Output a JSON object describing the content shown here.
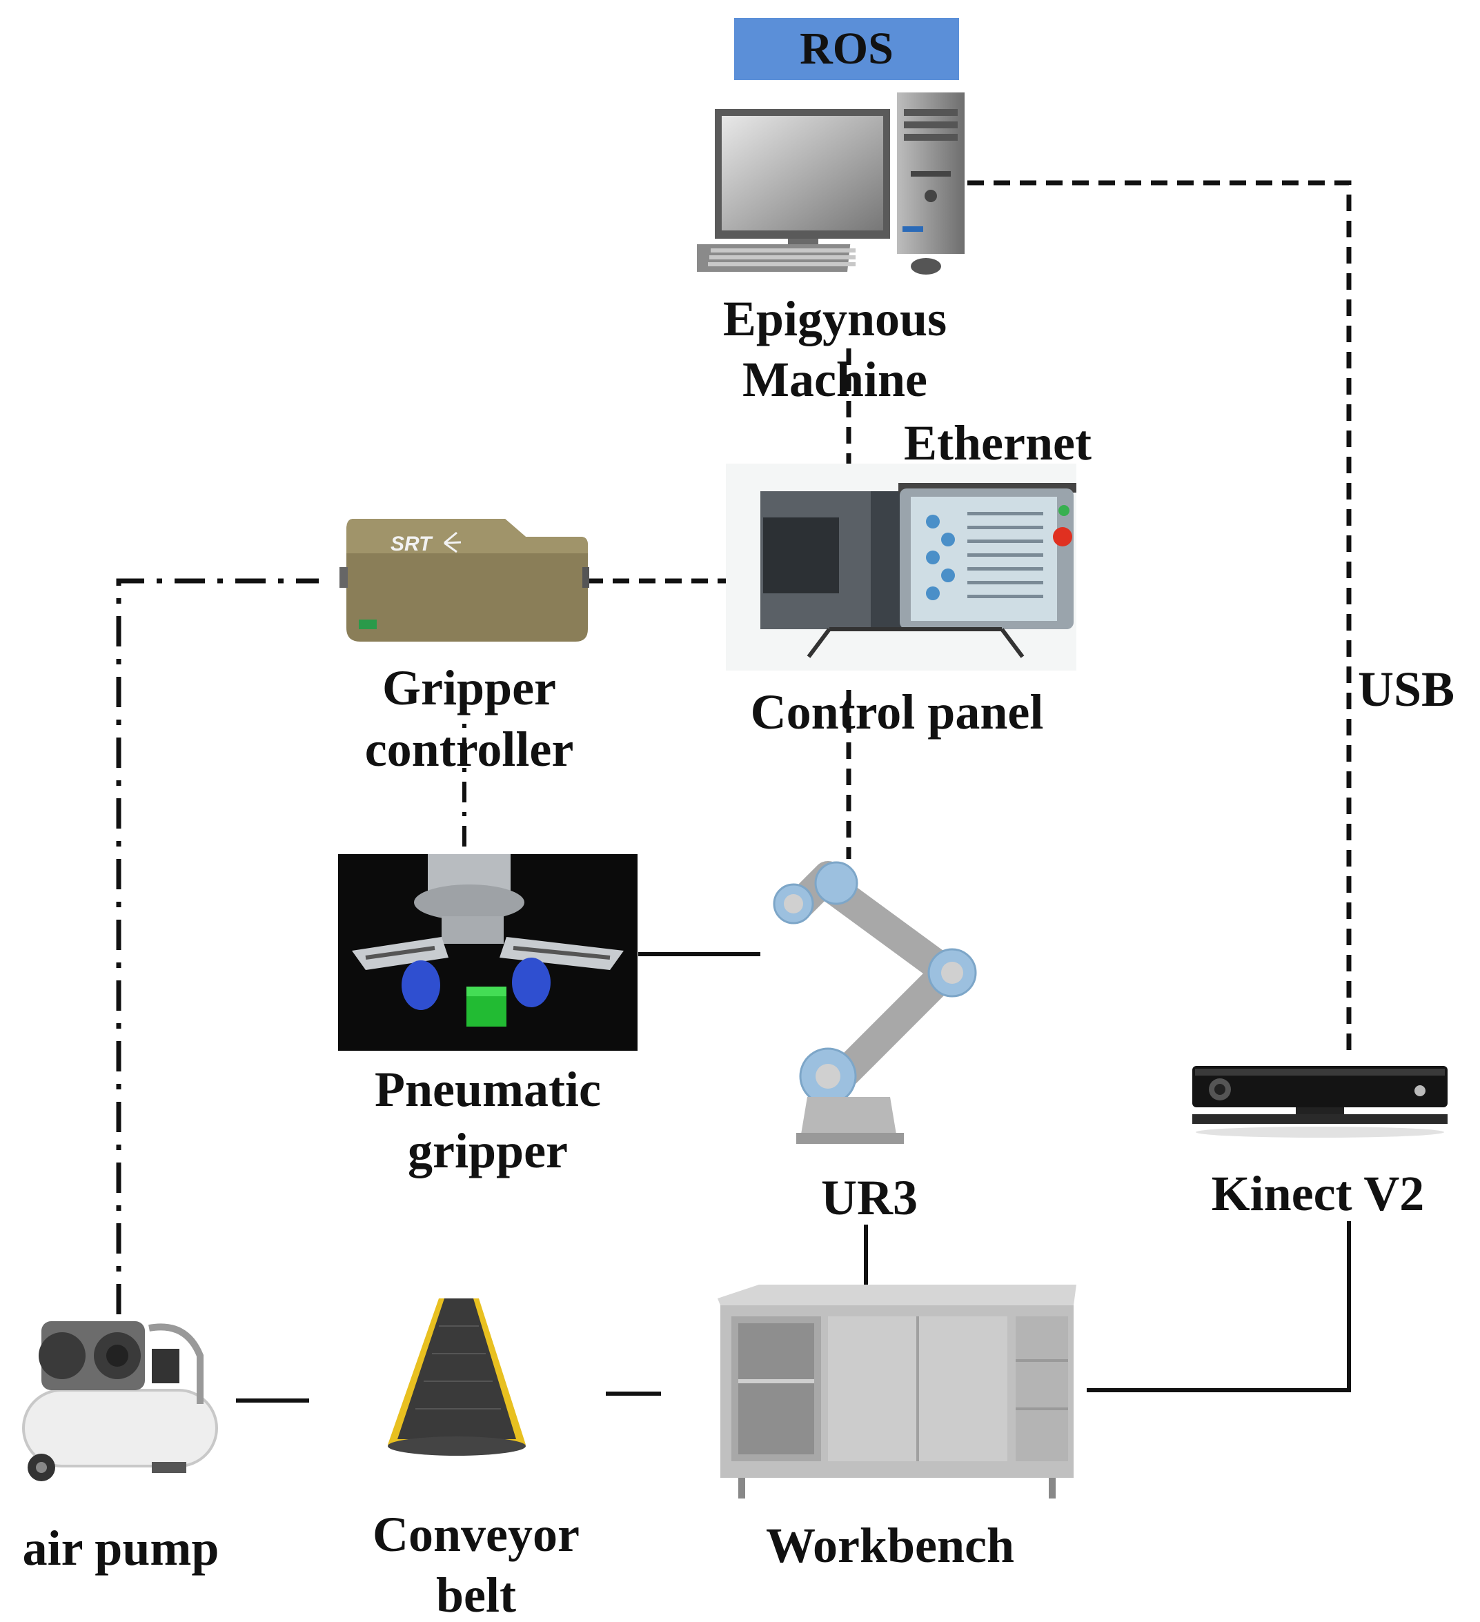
{
  "header": {
    "ros_label": "ROS"
  },
  "nodes": {
    "epigynous_machine": {
      "line1": "Epigynous",
      "line2": "Machine"
    },
    "control_panel": {
      "label": "Control panel"
    },
    "gripper_controller": {
      "line1": "Gripper",
      "line2": "controller",
      "logo_text": "SRT"
    },
    "pneumatic_gripper": {
      "line1": "Pneumatic",
      "line2": "gripper"
    },
    "ur3": {
      "label": "UR3"
    },
    "kinect": {
      "label": "Kinect V2"
    },
    "air_pump": {
      "label": "air pump"
    },
    "conveyor_belt": {
      "line1": "Conveyor",
      "line2": "belt"
    },
    "workbench": {
      "label": "Workbench"
    }
  },
  "connections": {
    "ethernet_label": "Ethernet",
    "usb_label": "USB"
  },
  "colors": {
    "ros_box": "#5b8fd8",
    "line": "#111111",
    "gripper_controller_body": "#8a7e58",
    "robot_joint": "#9cc0df",
    "gripper_background": "#0b0b0b",
    "cube": "#22bb33",
    "suction_cups": "#2f4fd0",
    "conveyor_edge": "#e8c020"
  }
}
